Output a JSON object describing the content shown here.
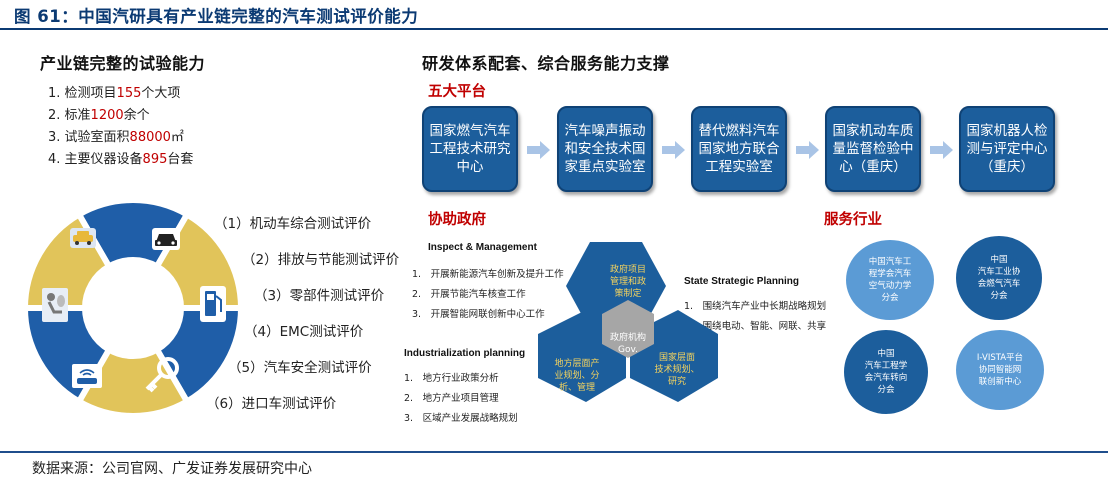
{
  "figure_title": "图 61：中国汽研具有产业链完整的汽车测试评价能力",
  "left": {
    "heading": "产业链完整的试验能力",
    "stats": [
      {
        "prefix": "1. 检测项目",
        "num": "155",
        "suffix": "个大项"
      },
      {
        "prefix": "2. 标准",
        "num": "1200",
        "suffix": "余个"
      },
      {
        "prefix": "3. 试验室面积",
        "num": "88000",
        "suffix": "㎡"
      },
      {
        "prefix": "4. 主要仪器设备",
        "num": "895",
        "suffix": "台套"
      }
    ],
    "ring_labels": [
      "（1）机动车综合测试评价",
      "（2）排放与节能测试评价",
      "（3）零部件测试评价",
      "（4）EMC测试评价",
      "（5）汽车安全测试评价",
      "（6）进口车测试评价"
    ],
    "ring_icons": [
      "taxi-icon",
      "car-front-icon",
      "fuel-pump-icon",
      "key-icon",
      "wifi-car-icon",
      "airbag-icon"
    ]
  },
  "right": {
    "heading": "研发体系配套、综合服务能力支撑",
    "platforms_title": "五大平台",
    "platforms": [
      "国家燃气汽车工程技术研究中心",
      "汽车噪声振动和安全技术国家重点实验室",
      "替代燃料汽车国家地方联合工程实验室",
      "国家机动车质量监督检验中心（重庆）",
      "国家机器人检测与评定中心（重庆）"
    ],
    "gov_title": "协助政府",
    "service_title": "服务行业",
    "inspect": {
      "heading": "Inspect & Management",
      "items": [
        "1.　开展新能源汽车创新及提升工作",
        "2.　开展节能汽车核查工作",
        "3.　开展智能网联创新中心工作"
      ]
    },
    "industrialization": {
      "heading": "Industrialization planning",
      "items": [
        "1.　地方行业政策分析",
        "2.　地方产业项目管理",
        "3.　区域产业发展战略规划"
      ]
    },
    "strategic": {
      "heading": "State Strategic Planning",
      "items": [
        "1.　围绕汽车产业中长期战略规划",
        "2.　围绕电动、智能、网联、共享"
      ]
    },
    "hexagons": {
      "center": [
        "政府机构",
        "Gov."
      ],
      "top": [
        "政府项目",
        "管理和政",
        "策制定"
      ],
      "left": [
        "地方层面产",
        "业规划、分",
        "析、管理"
      ],
      "right": [
        "国家层面",
        "技术规划、",
        "研究"
      ]
    },
    "associations": [
      [
        "中国汽车工",
        "程学会汽车",
        "空气动力学",
        "分会"
      ],
      [
        "中国",
        "汽车工业协",
        "会燃气汽车",
        "分会"
      ],
      [
        "中国",
        "汽车工程学",
        "会汽车转向",
        "分会"
      ],
      [
        "I-VISTA平台",
        "协同智能网",
        "联创新中心"
      ]
    ]
  },
  "source": "数据来源：公司官网、广发证券发展研究中心",
  "colors": {
    "navy": "#0b3a73",
    "platform_blue": "#1c5e9c",
    "red": "#c00000",
    "gold": "#e1c45a",
    "ring_blue": "#1f5ea8",
    "light_blue_circle": "#5b9bd5",
    "dark_blue_circle": "#1c5e9c",
    "grey_hex": "#a6a6a6"
  }
}
